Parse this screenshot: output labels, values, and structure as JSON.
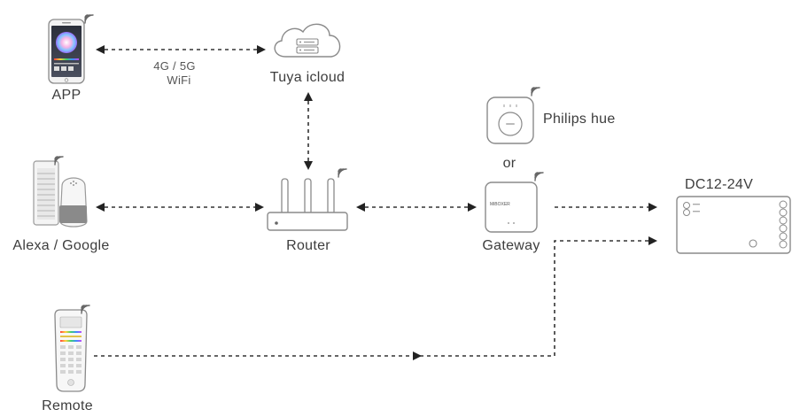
{
  "nodes": {
    "app": {
      "label": "APP"
    },
    "cloud": {
      "label": "Tuya icloud"
    },
    "alexa": {
      "label": "Alexa / Google"
    },
    "router": {
      "label": "Router"
    },
    "philips": {
      "label": "Philips hue"
    },
    "or": {
      "label": "or"
    },
    "gateway": {
      "label": "Gateway",
      "brand": "MiBOXER"
    },
    "controller": {
      "label": "DC12-24V"
    },
    "remote": {
      "label": "Remote"
    }
  },
  "links": {
    "app_cloud": {
      "label_line1": "4G / 5G",
      "label_line2": "WiFi"
    }
  },
  "colors": {
    "line": "#333333",
    "outline": "#9a9a9a",
    "text": "#3d3d3d"
  },
  "icons": [
    "smartphone-icon",
    "cloud-server-icon",
    "smart-speaker-icon",
    "router-icon",
    "hue-bridge-icon",
    "gateway-icon",
    "led-controller-icon",
    "remote-control-icon",
    "wifi-signal-icon"
  ]
}
